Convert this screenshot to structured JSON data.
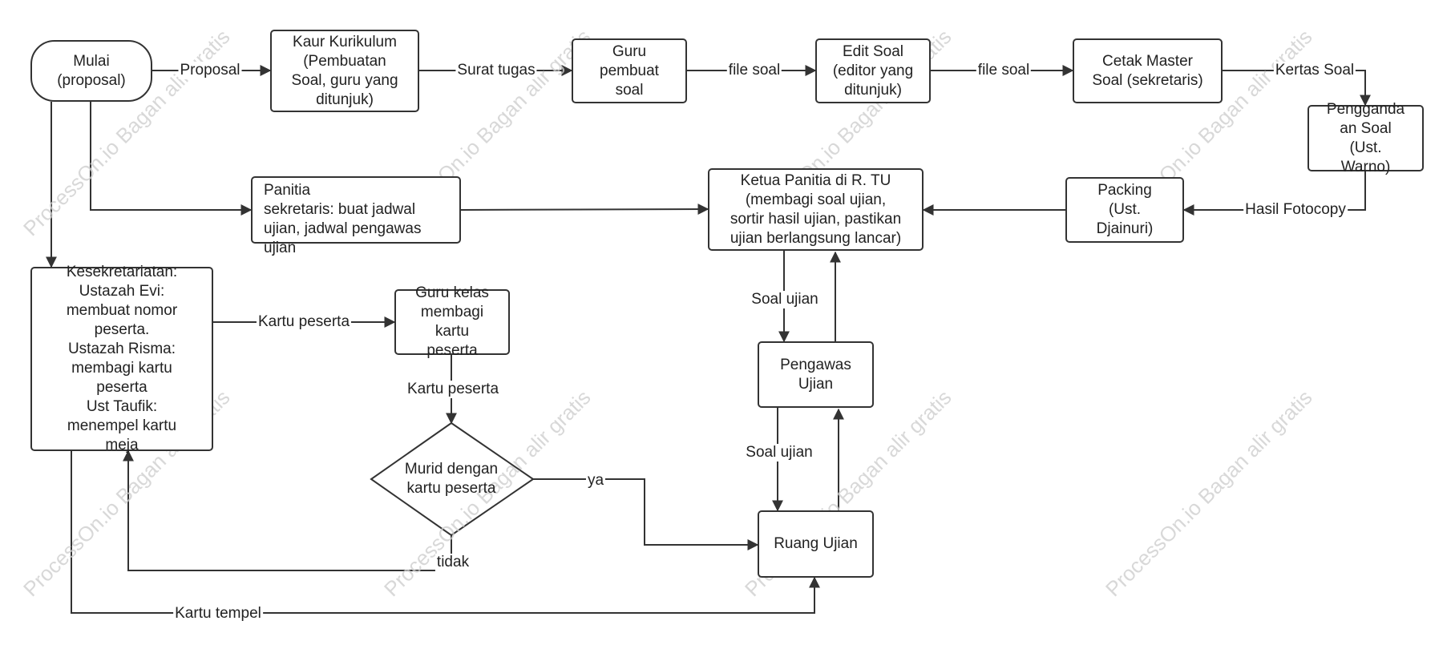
{
  "nodes": {
    "mulai": "Mulai\n(proposal)",
    "kaur": "Kaur Kurikulum\n(Pembuatan\nSoal, guru yang\nditunjuk)",
    "guru_pembuat": "Guru\npembuat\nsoal",
    "edit_soal": "Edit Soal\n(editor yang\nditunjuk)",
    "cetak_master": "Cetak Master\nSoal (sekretaris)",
    "pengganda": "Pengganda\nan Soal\n(Ust.\nWarno)",
    "panitia": "Panitia\nsekretaris: buat jadwal\nujian, jadwal pengawas\nujian",
    "ketua": "Ketua Panitia di R. TU\n(membagi soal ujian,\nsortir hasil ujian, pastikan\nujian berlangsung lancar)",
    "packing": "Packing\n(Ust.\nDjainuri)",
    "kesekretariatan": "Kesekretariatan:\nUstazah Evi:\nmembuat nomor\npeserta.\nUstazah Risma:\nmembagi kartu\npeserta\nUst Taufik:\nmenempel kartu\nmeja",
    "guru_kelas": "Guru kelas\nmembagi\nkartu\npeserta",
    "murid": "Murid dengan\nkartu peserta",
    "pengawas": "Pengawas\nUjian",
    "ruang": "Ruang Ujian"
  },
  "edge_labels": {
    "proposal": "Proposal",
    "surat_tugas": "Surat tugas",
    "file_soal_1": "file soal",
    "file_soal_2": "file soal",
    "kertas_soal": "Kertas Soal",
    "hasil_fotocopy": "Hasil Fotocopy",
    "kartu_peserta_1": "Kartu peserta",
    "kartu_peserta_2": "Kartu peserta",
    "soal_ujian_1": "Soal ujian",
    "soal_ujian_2": "Soal ujian",
    "ya": "ya",
    "tidak": "tidak",
    "kartu_tempel": "Kartu tempel"
  },
  "watermark": "ProcessOn.io Bagan alir gratis",
  "colors": {
    "stroke": "#333333",
    "text": "#222222",
    "watermark": "#cfcfcf"
  }
}
